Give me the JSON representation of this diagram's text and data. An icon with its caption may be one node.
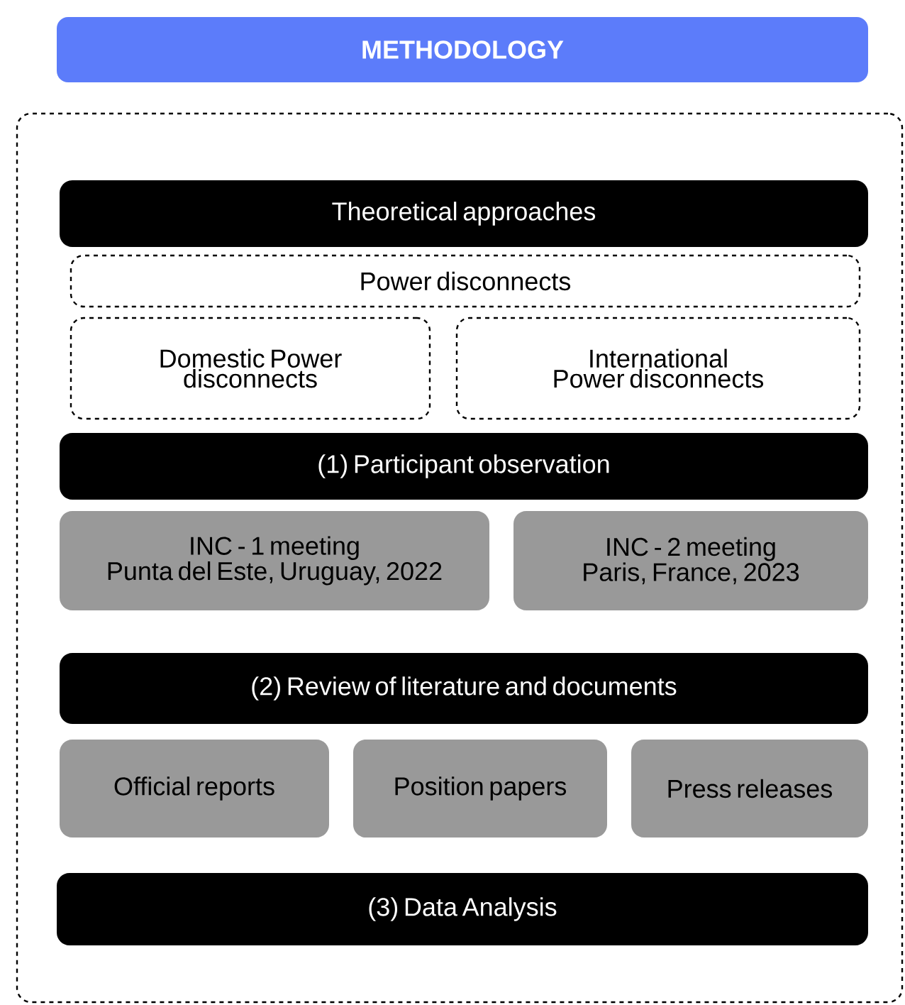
{
  "diagram": {
    "nodes": [
      {
        "text": [
          "METHODOLOGY"
        ]
      },
      {
        "text": [],
        "shape": "box"
      },
      {
        "text": [
          "Theoretical approaches"
        ],
        "in": 1
      },
      {
        "text": [
          "Power disconnects"
        ],
        "in": 1
      },
      {
        "text": [
          "Domestic Power disconnects"
        ],
        "in": 1
      },
      {
        "text": [
          "International Power disconnects"
        ],
        "in": 1
      },
      {
        "text": [
          "(1) Participant observation"
        ],
        "in": 1
      },
      {
        "text": [
          "INC - 1 meeting",
          "Punta del Este, Uruguay, 2022"
        ],
        "in": 1
      },
      {
        "text": [
          "INC - 2 meeting",
          "Paris, France, 2023"
        ],
        "in": 1
      },
      {
        "text": [
          "(2) Review of literature and documents"
        ],
        "in": 1
      },
      {
        "text": [
          "Official reports"
        ],
        "in": 1
      },
      {
        "text": [
          "Position papers"
        ],
        "in": 1
      },
      {
        "text": [
          "Press releases"
        ],
        "in": 1
      },
      {
        "text": [
          "(3) Data Analysis"
        ],
        "in": 1
      }
    ]
  }
}
